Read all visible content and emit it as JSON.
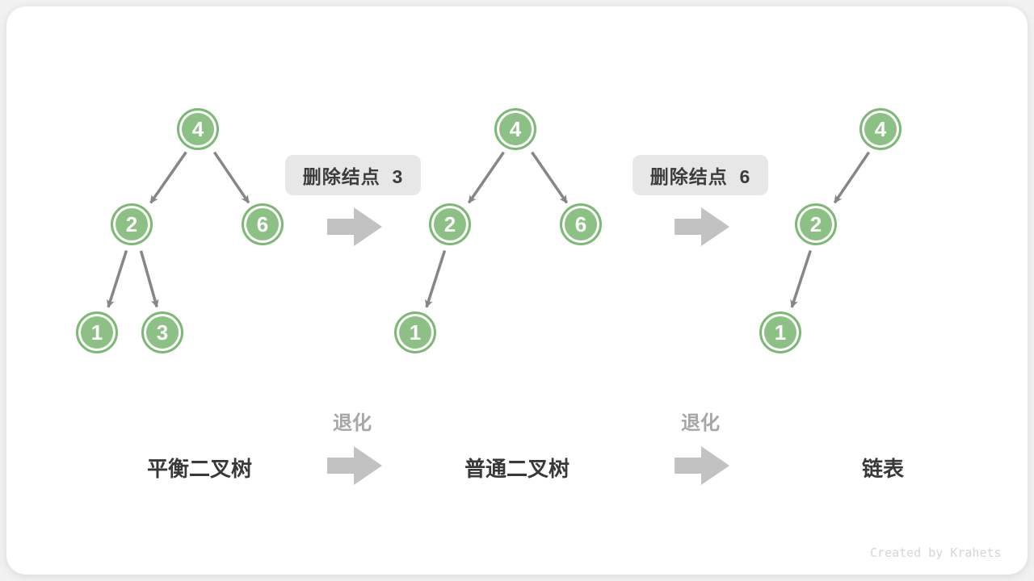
{
  "diagram": {
    "badges": [
      {
        "label": "删除结点  3"
      },
      {
        "label": "删除结点  6"
      }
    ],
    "trees": [
      {
        "caption": "平衡二叉树",
        "nodes": [
          {
            "value": "4"
          },
          {
            "value": "2"
          },
          {
            "value": "6"
          },
          {
            "value": "1"
          },
          {
            "value": "3"
          }
        ],
        "edges": [
          [
            "4",
            "2"
          ],
          [
            "4",
            "6"
          ],
          [
            "2",
            "1"
          ],
          [
            "2",
            "3"
          ]
        ]
      },
      {
        "caption": "普通二叉树",
        "nodes": [
          {
            "value": "4"
          },
          {
            "value": "2"
          },
          {
            "value": "6"
          },
          {
            "value": "1"
          }
        ],
        "edges": [
          [
            "4",
            "2"
          ],
          [
            "4",
            "6"
          ],
          [
            "2",
            "1"
          ]
        ]
      },
      {
        "caption": "链表",
        "nodes": [
          {
            "value": "4"
          },
          {
            "value": "2"
          },
          {
            "value": "1"
          }
        ],
        "edges": [
          [
            "4",
            "2"
          ],
          [
            "2",
            "1"
          ]
        ]
      }
    ],
    "degrade_labels": [
      {
        "text": "退化"
      },
      {
        "text": "退化"
      }
    ],
    "watermark": "Created by Krahets",
    "colors": {
      "node_fill": "#8CC084",
      "node_ring": "#7DB876",
      "edge": "#868686",
      "block_arrow": "#C2C2C2",
      "badge_bg": "#E7E7E7",
      "badge_text": "#3C3C3C",
      "caption_text": "#383838",
      "degrade_text": "#A6A6A6",
      "watermark_text": "#D5D5D5",
      "card_bg": "#FFFFFF",
      "page_bg": "#F1F1F1"
    }
  }
}
